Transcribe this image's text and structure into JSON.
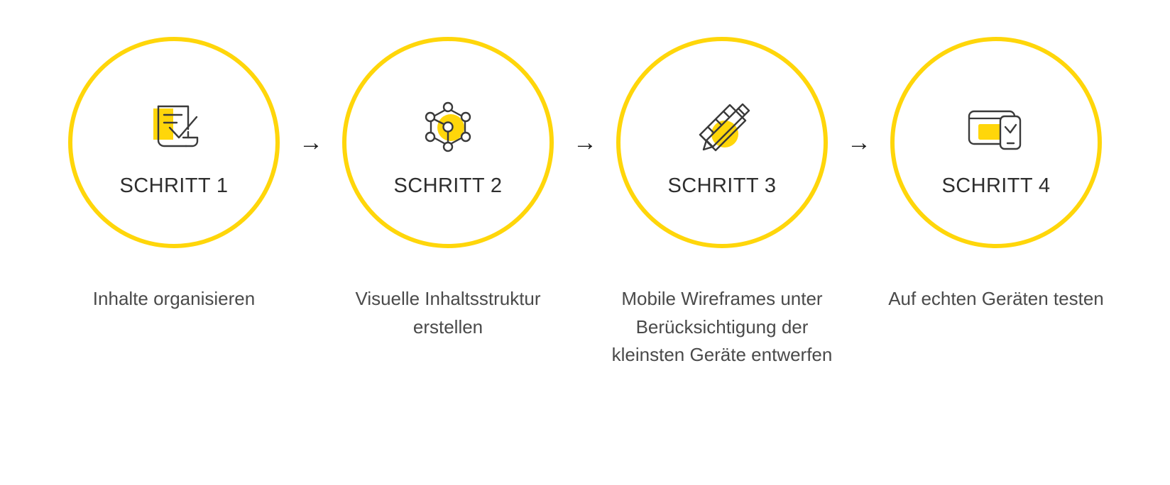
{
  "theme": {
    "accent": "#FFD60A",
    "stroke": "#3a3a3a",
    "title_color": "#2e2e2e",
    "caption_color": "#4a4a4a",
    "background": "#ffffff"
  },
  "flow": {
    "separator": "→",
    "steps": [
      {
        "title": "SCHRITT 1",
        "caption": "Inhalte organisieren",
        "icon": "document-checklist-icon"
      },
      {
        "title": "SCHRITT 2",
        "caption": "Visuelle Inhaltsstruktur erstellen",
        "icon": "node-network-icon"
      },
      {
        "title": "SCHRITT 3",
        "caption": "Mobile Wireframes unter Berücksichtigung der kleinsten Geräte entwerfen",
        "icon": "pencil-ruler-icon"
      },
      {
        "title": "SCHRITT 4",
        "caption": "Auf echten Geräten testen",
        "icon": "tablet-phone-check-icon"
      }
    ]
  }
}
